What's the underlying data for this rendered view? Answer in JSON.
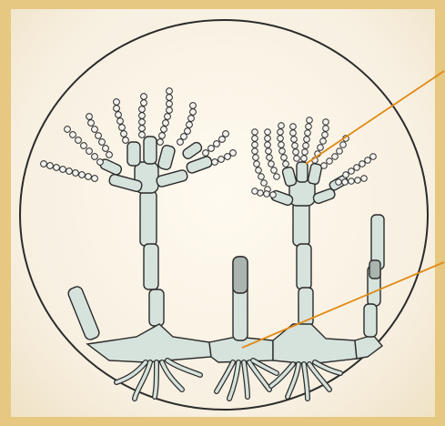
{
  "figure": {
    "subject": "branched-fungus-illustration",
    "colors": {
      "background_frame": "#e6c880",
      "paper": "#fbf5ea",
      "outline": "#2b2b2b",
      "cell_fill": "#d6e2dc",
      "spore_fill": "#f2f2ef",
      "pointer_line": "#e08a14"
    },
    "pointers": [
      {
        "name": "pointer-line-conidia-cluster"
      },
      {
        "name": "pointer-line-foot-cell"
      }
    ]
  }
}
